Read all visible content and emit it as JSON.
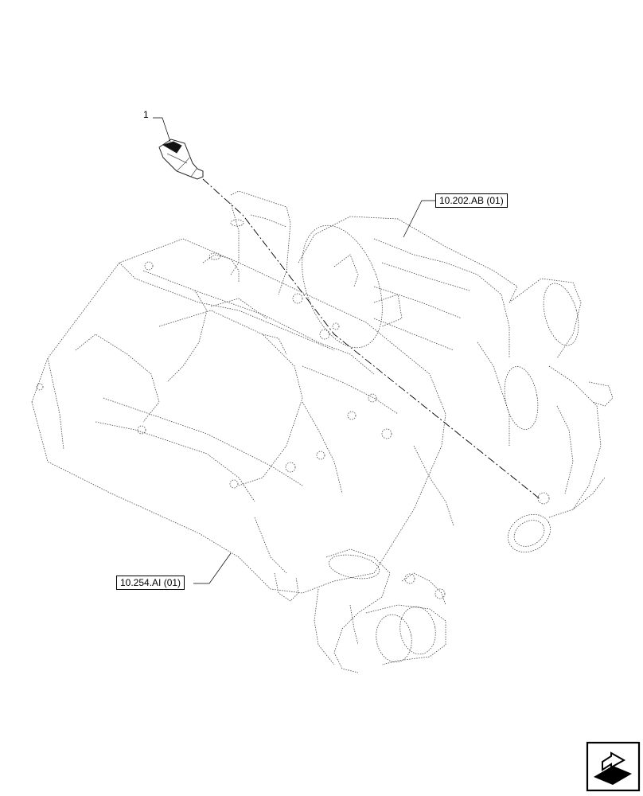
{
  "callouts": {
    "item_number": "1",
    "ref_air_filter": "10.202.AB (01)",
    "ref_aftertreatment": "10.254.AI (01)"
  },
  "icons": {
    "corner": "next-page-arrow-icon"
  }
}
